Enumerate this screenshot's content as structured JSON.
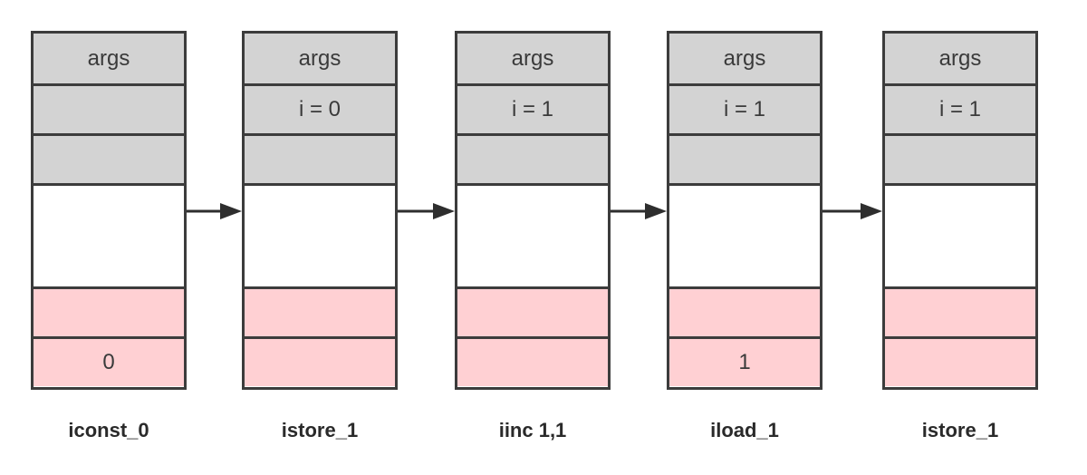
{
  "frames": [
    {
      "instruction": "iconst_0",
      "locals": [
        "args",
        "",
        ""
      ],
      "stack": [
        "",
        "0"
      ]
    },
    {
      "instruction": "istore_1",
      "locals": [
        "args",
        "i = 0",
        ""
      ],
      "stack": [
        "",
        ""
      ]
    },
    {
      "instruction": "iinc 1,1",
      "locals": [
        "args",
        "i = 1",
        ""
      ],
      "stack": [
        "",
        ""
      ]
    },
    {
      "instruction": "iload_1",
      "locals": [
        "args",
        "i = 1",
        ""
      ],
      "stack": [
        "",
        "1"
      ]
    },
    {
      "instruction": "istore_1",
      "locals": [
        "args",
        "i = 1",
        ""
      ],
      "stack": [
        "",
        ""
      ]
    }
  ],
  "colors": {
    "locals": "#d3d3d3",
    "free": "#ffffff",
    "stack": "#ffd0d3",
    "border": "#3c3c3c"
  }
}
